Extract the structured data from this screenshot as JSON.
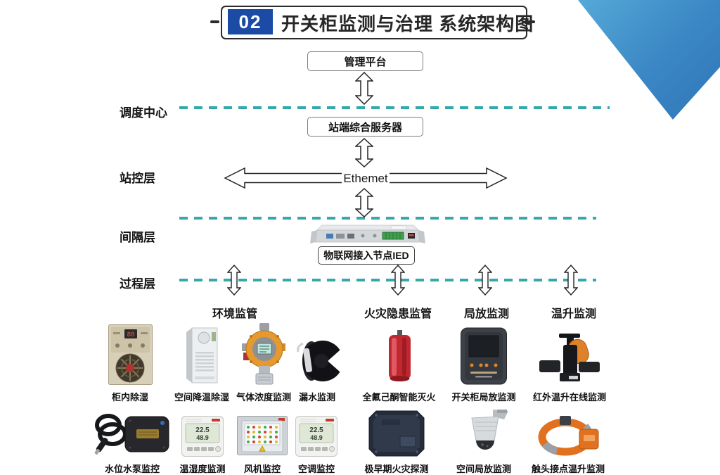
{
  "header": {
    "badge": "02",
    "title": "开关柜监测与治理 系统架构图"
  },
  "layers": [
    "调度中心",
    "站控层",
    "间隔层",
    "过程层"
  ],
  "nodes": {
    "management_platform": "管理平台",
    "station_server": "站端综合服务器",
    "ethernet_label": "Ethemet",
    "iot_ied": "物联网接入节点IED"
  },
  "categories": [
    "环境监管",
    "火灾隐患监管",
    "局放监测",
    "温升监测"
  ],
  "devices": {
    "row1": [
      {
        "label": "柜内除湿",
        "icon": "cabinet-dehumidifier-icon"
      },
      {
        "label": "空间降温除湿",
        "icon": "cooling-cabinet-icon"
      },
      {
        "label": "气体浓度监测",
        "icon": "gas-detector-icon"
      },
      {
        "label": "漏水监测",
        "icon": "water-leak-sensor-icon"
      },
      {
        "label": "全氟己酮智能灭火",
        "icon": "fire-suppression-cylinder-icon"
      },
      {
        "label": "开关柜局放监测",
        "icon": "partial-discharge-monitor-icon"
      },
      {
        "label": "红外温升在线监测",
        "icon": "infrared-temperature-monitor-icon"
      }
    ],
    "row2": [
      {
        "label": "水位水泵监控",
        "icon": "water-pump-sensor-icon"
      },
      {
        "label": "温湿度监测",
        "icon": "temp-humidity-meter-icon"
      },
      {
        "label": "风机监控",
        "icon": "fan-control-cabinet-icon"
      },
      {
        "label": "空调监控",
        "icon": "air-conditioner-meter-icon"
      },
      {
        "label": "极早期火灾探测",
        "icon": "early-fire-detector-icon"
      },
      {
        "label": "空间局放监测",
        "icon": "ptz-camera-icon"
      },
      {
        "label": "触头接点温升监测",
        "icon": "contact-temperature-clamp-icon"
      }
    ]
  },
  "meter": {
    "temp": "22.5",
    "humidity": "48.9"
  },
  "colors": {
    "tier_dash_teal": "#35a8ad",
    "badge_blue": "#1c4ba5",
    "ribbon_light_blue": "#55a9d8",
    "ribbon_dark_blue": "#2f77b9",
    "box_border_gray": "#7e7e7e",
    "text_dark": "#1c1c1c",
    "device_orange": "#e2711f",
    "device_red": "#c1272f"
  }
}
